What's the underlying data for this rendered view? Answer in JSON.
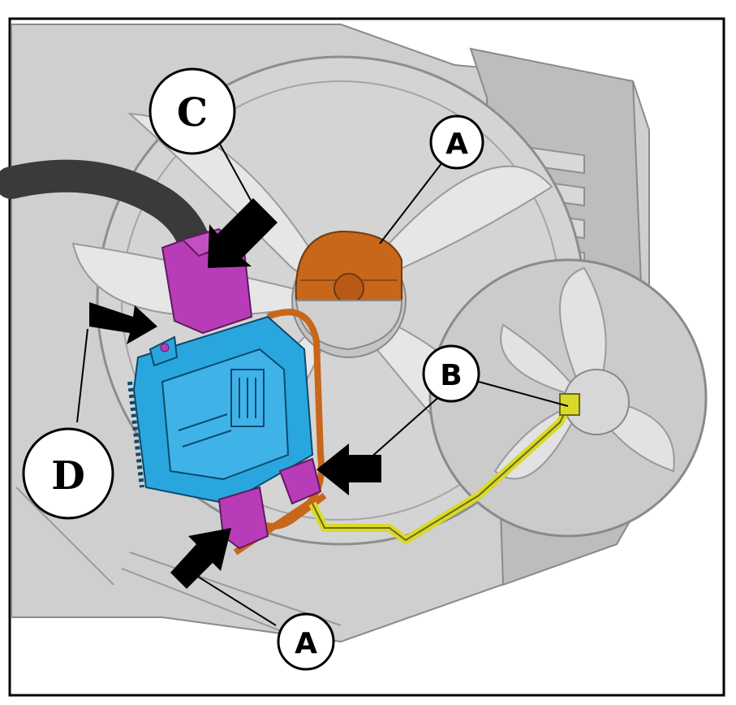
{
  "diagram": {
    "colors": {
      "background": "#ffffff",
      "border": "#000000",
      "shroud": "#c9c9c9",
      "shroud_dark": "#9a9a9a",
      "control_module": "#2aa6df",
      "connector": "#b83cb8",
      "motor_a": "#c8661a",
      "harness_b": "#d9d92a",
      "main_harness": "#3a3a3a"
    },
    "callouts": {
      "c": {
        "label": "C"
      },
      "a_top": {
        "label": "A"
      },
      "b": {
        "label": "B"
      },
      "d": {
        "label": "D"
      },
      "a_bottom": {
        "label": "A"
      }
    },
    "icons": [
      "arrow-icon",
      "leader-line"
    ]
  }
}
